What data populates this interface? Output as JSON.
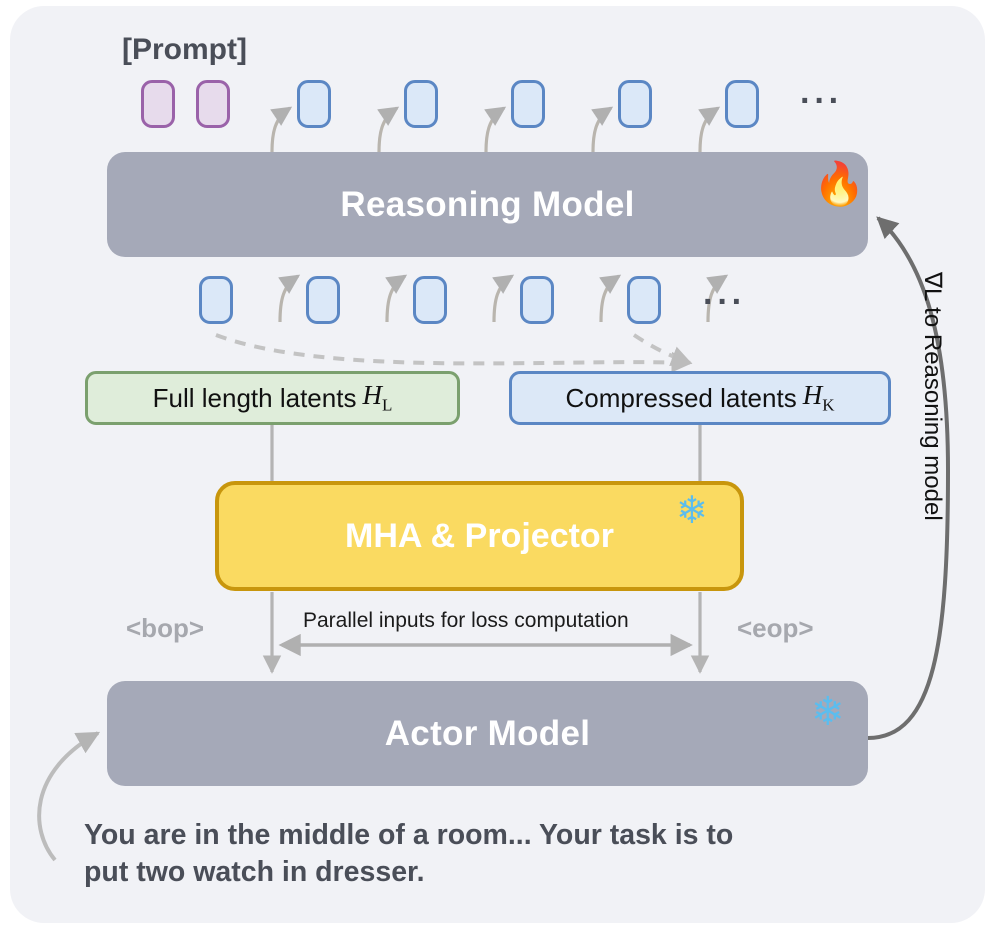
{
  "diagram": {
    "title": "Reasoning Model / Actor Model latent compression training diagram",
    "background_color": "#f1f2f6",
    "page_color": "#ffffff"
  },
  "prompt": {
    "label": "[Prompt]",
    "chip_fill": "#e7dbec",
    "chip_border": "#9a62a9",
    "chips": [
      "",
      ""
    ]
  },
  "top_tokens": {
    "chips": [
      "",
      "",
      "",
      "",
      ""
    ],
    "ellipsis": "···",
    "chip_fill": "#dbe8f8",
    "chip_border": "#5b87c4"
  },
  "bottom_tokens": {
    "chips": [
      "",
      "",
      "",
      "",
      ""
    ],
    "ellipsis": "···"
  },
  "reasoning_model": {
    "title": "Reasoning Model",
    "badge": "fire-emoji",
    "badge_glyph": "🔥",
    "fill": "#a5a9b8",
    "text_color": "#ffffff"
  },
  "actor_model": {
    "title": "Actor Model",
    "badge": "snowflake-emoji",
    "badge_glyph": "❄",
    "fill": "#a5a9b8",
    "text_color": "#ffffff"
  },
  "latents": {
    "full": {
      "text": "Full length latents",
      "symbol": "H",
      "subscript": "L",
      "fill": "#dfedda",
      "border": "#7ba06e"
    },
    "compressed": {
      "text": "Compressed latents",
      "symbol": "H",
      "subscript": "K",
      "fill": "#dce8f7",
      "border": "#5b87c4"
    }
  },
  "mha": {
    "title": "MHA & Projector",
    "badge": "snowflake-emoji",
    "badge_glyph": "❄",
    "fill": "#fada61",
    "border": "#c8960d",
    "text_color": "#ffffff"
  },
  "tags": {
    "bop": "<bop>",
    "eop": "<eop>",
    "color": "#a6a8ae"
  },
  "parallel_note": "Parallel inputs for loss computation",
  "gradient_arrow": {
    "label": "∇L to Reasoning model",
    "color": "#6e6e6e"
  },
  "task_text": {
    "line1": "You are in the middle of a room... Your task is to",
    "line2": "put two watch in dresser."
  }
}
